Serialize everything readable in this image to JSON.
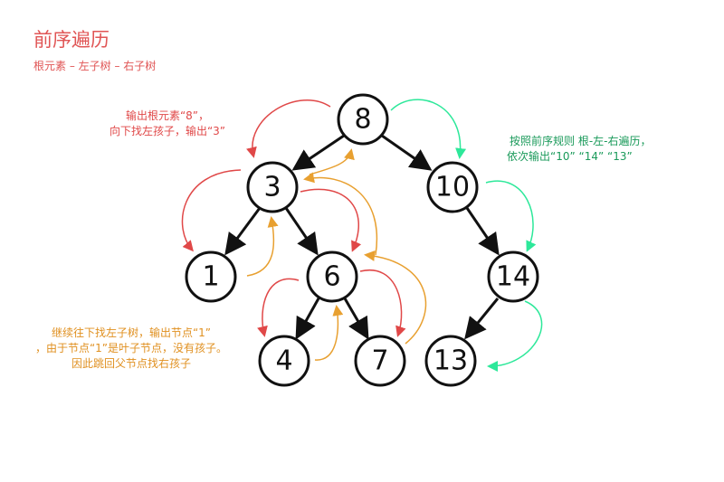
{
  "title": "前序遍历",
  "subtitle": "根元素 – 左子树 – 右子树",
  "note_red": [
    "输出根元素“8”，",
    "向下找左孩子，输出“3”"
  ],
  "note_green": [
    "按照前序规则 根-左-右遍历，",
    "依次输出“10” “14” “13”"
  ],
  "note_orange": [
    "继续往下找左子树，输出节点“1”",
    "，由于节点“1”是叶子节点，没有孩子。",
    "因此跳回父节点找右孩子"
  ],
  "nodes": {
    "n8": "8",
    "n3": "3",
    "n10": "10",
    "n1": "1",
    "n6": "6",
    "n14": "14",
    "n4": "4",
    "n7": "7",
    "n13": "13"
  },
  "colors": {
    "red": "#e04848",
    "orange": "#e8a030",
    "green": "#2de89a",
    "edge": "#111111"
  }
}
